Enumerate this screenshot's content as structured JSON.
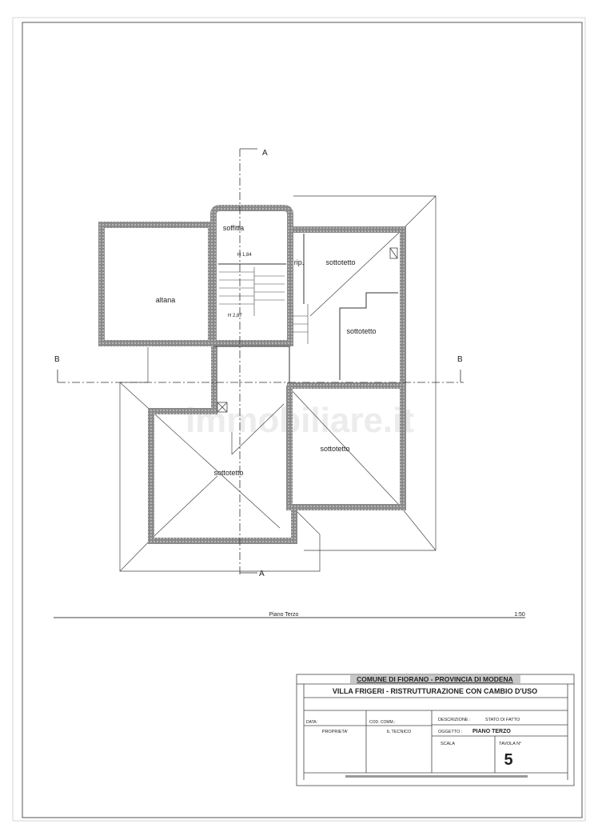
{
  "plan": {
    "rooms": {
      "altana": "altana",
      "soffitta": "soffitta",
      "rip": "rip.",
      "sottotetto_top_right": "sottotetto",
      "sottotetto_mid_right": "sottotetto",
      "sottotetto_bottom_right": "sottotetto",
      "sottotetto_bottom_left": "sottotetto"
    },
    "heights": {
      "soffitta": "H 1,84",
      "stair": "H 2,87"
    },
    "section_marks": {
      "a_top": "A",
      "a_bottom": "A",
      "b_left": "B",
      "b_right": "B"
    },
    "watermark": "immobiliare.it"
  },
  "drawing_caption": {
    "title": "Piano Terzo",
    "scale": "1:50"
  },
  "title_block": {
    "header": "COMUNE DI FIORANO - PROVINCIA DI MODENA",
    "project": "VILLA FRIGERI - RISTRUTTURAZIONE CON CAMBIO D'USO",
    "data_label": "DATA:",
    "cod_comm_label": "COD. COMM.:",
    "proprieta_label": "PROPRIETA'",
    "tecnico_label": "IL TECNICO",
    "descrizione_label": "DESCRIZIONE :",
    "descrizione_value": "STATO DI FATTO",
    "oggetto_label": "OGGETTO :",
    "oggetto_value": "PIANO TERZO",
    "scala_label": "SCALA",
    "tavola_label": "TAVOLA N°",
    "tavola_value": "5"
  }
}
